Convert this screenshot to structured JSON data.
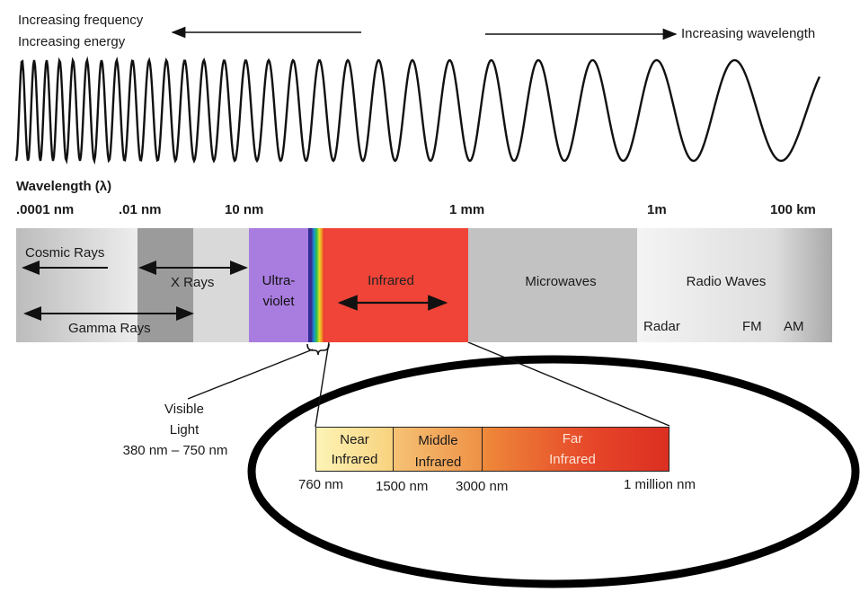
{
  "header": {
    "freq_line1": "Increasing frequency",
    "freq_line2": "Increasing energy",
    "wavelength_dir": "Increasing wavelength"
  },
  "scale": {
    "title": "Wavelength (λ)",
    "ticks": [
      ".0001 nm",
      ".01 nm",
      "10 nm",
      "1 mm",
      "1m",
      "100 km"
    ]
  },
  "bands": {
    "cosmic": "Cosmic Rays",
    "xrays": "X Rays",
    "gamma": "Gamma Rays",
    "uv_line1": "Ultra-",
    "uv_line2": "violet",
    "infrared": "Infrared",
    "microwaves": "Microwaves",
    "radio": "Radio Waves",
    "radar": "Radar",
    "fm": "FM",
    "am": "AM"
  },
  "visible": {
    "line1": "Visible",
    "line2": "Light",
    "line3": "380 nm – 750 nm"
  },
  "ir_detail": {
    "near_line1": "Near",
    "near_line2": "Infrared",
    "middle_line1": "Middle",
    "middle_line2": "Infrared",
    "far_line1": "Far",
    "far_line2": "Infrared",
    "ticks": [
      "760 nm",
      "1500 nm",
      "3000 nm",
      "1 million nm"
    ]
  },
  "colors": {
    "uv": "#a97ddf",
    "infrared": "#ef4437",
    "microwaves": "#c2c2c2",
    "near_ir": "#fbe9a4",
    "middle_ir": "#f2a35a",
    "far_ir": "#e6402a"
  }
}
